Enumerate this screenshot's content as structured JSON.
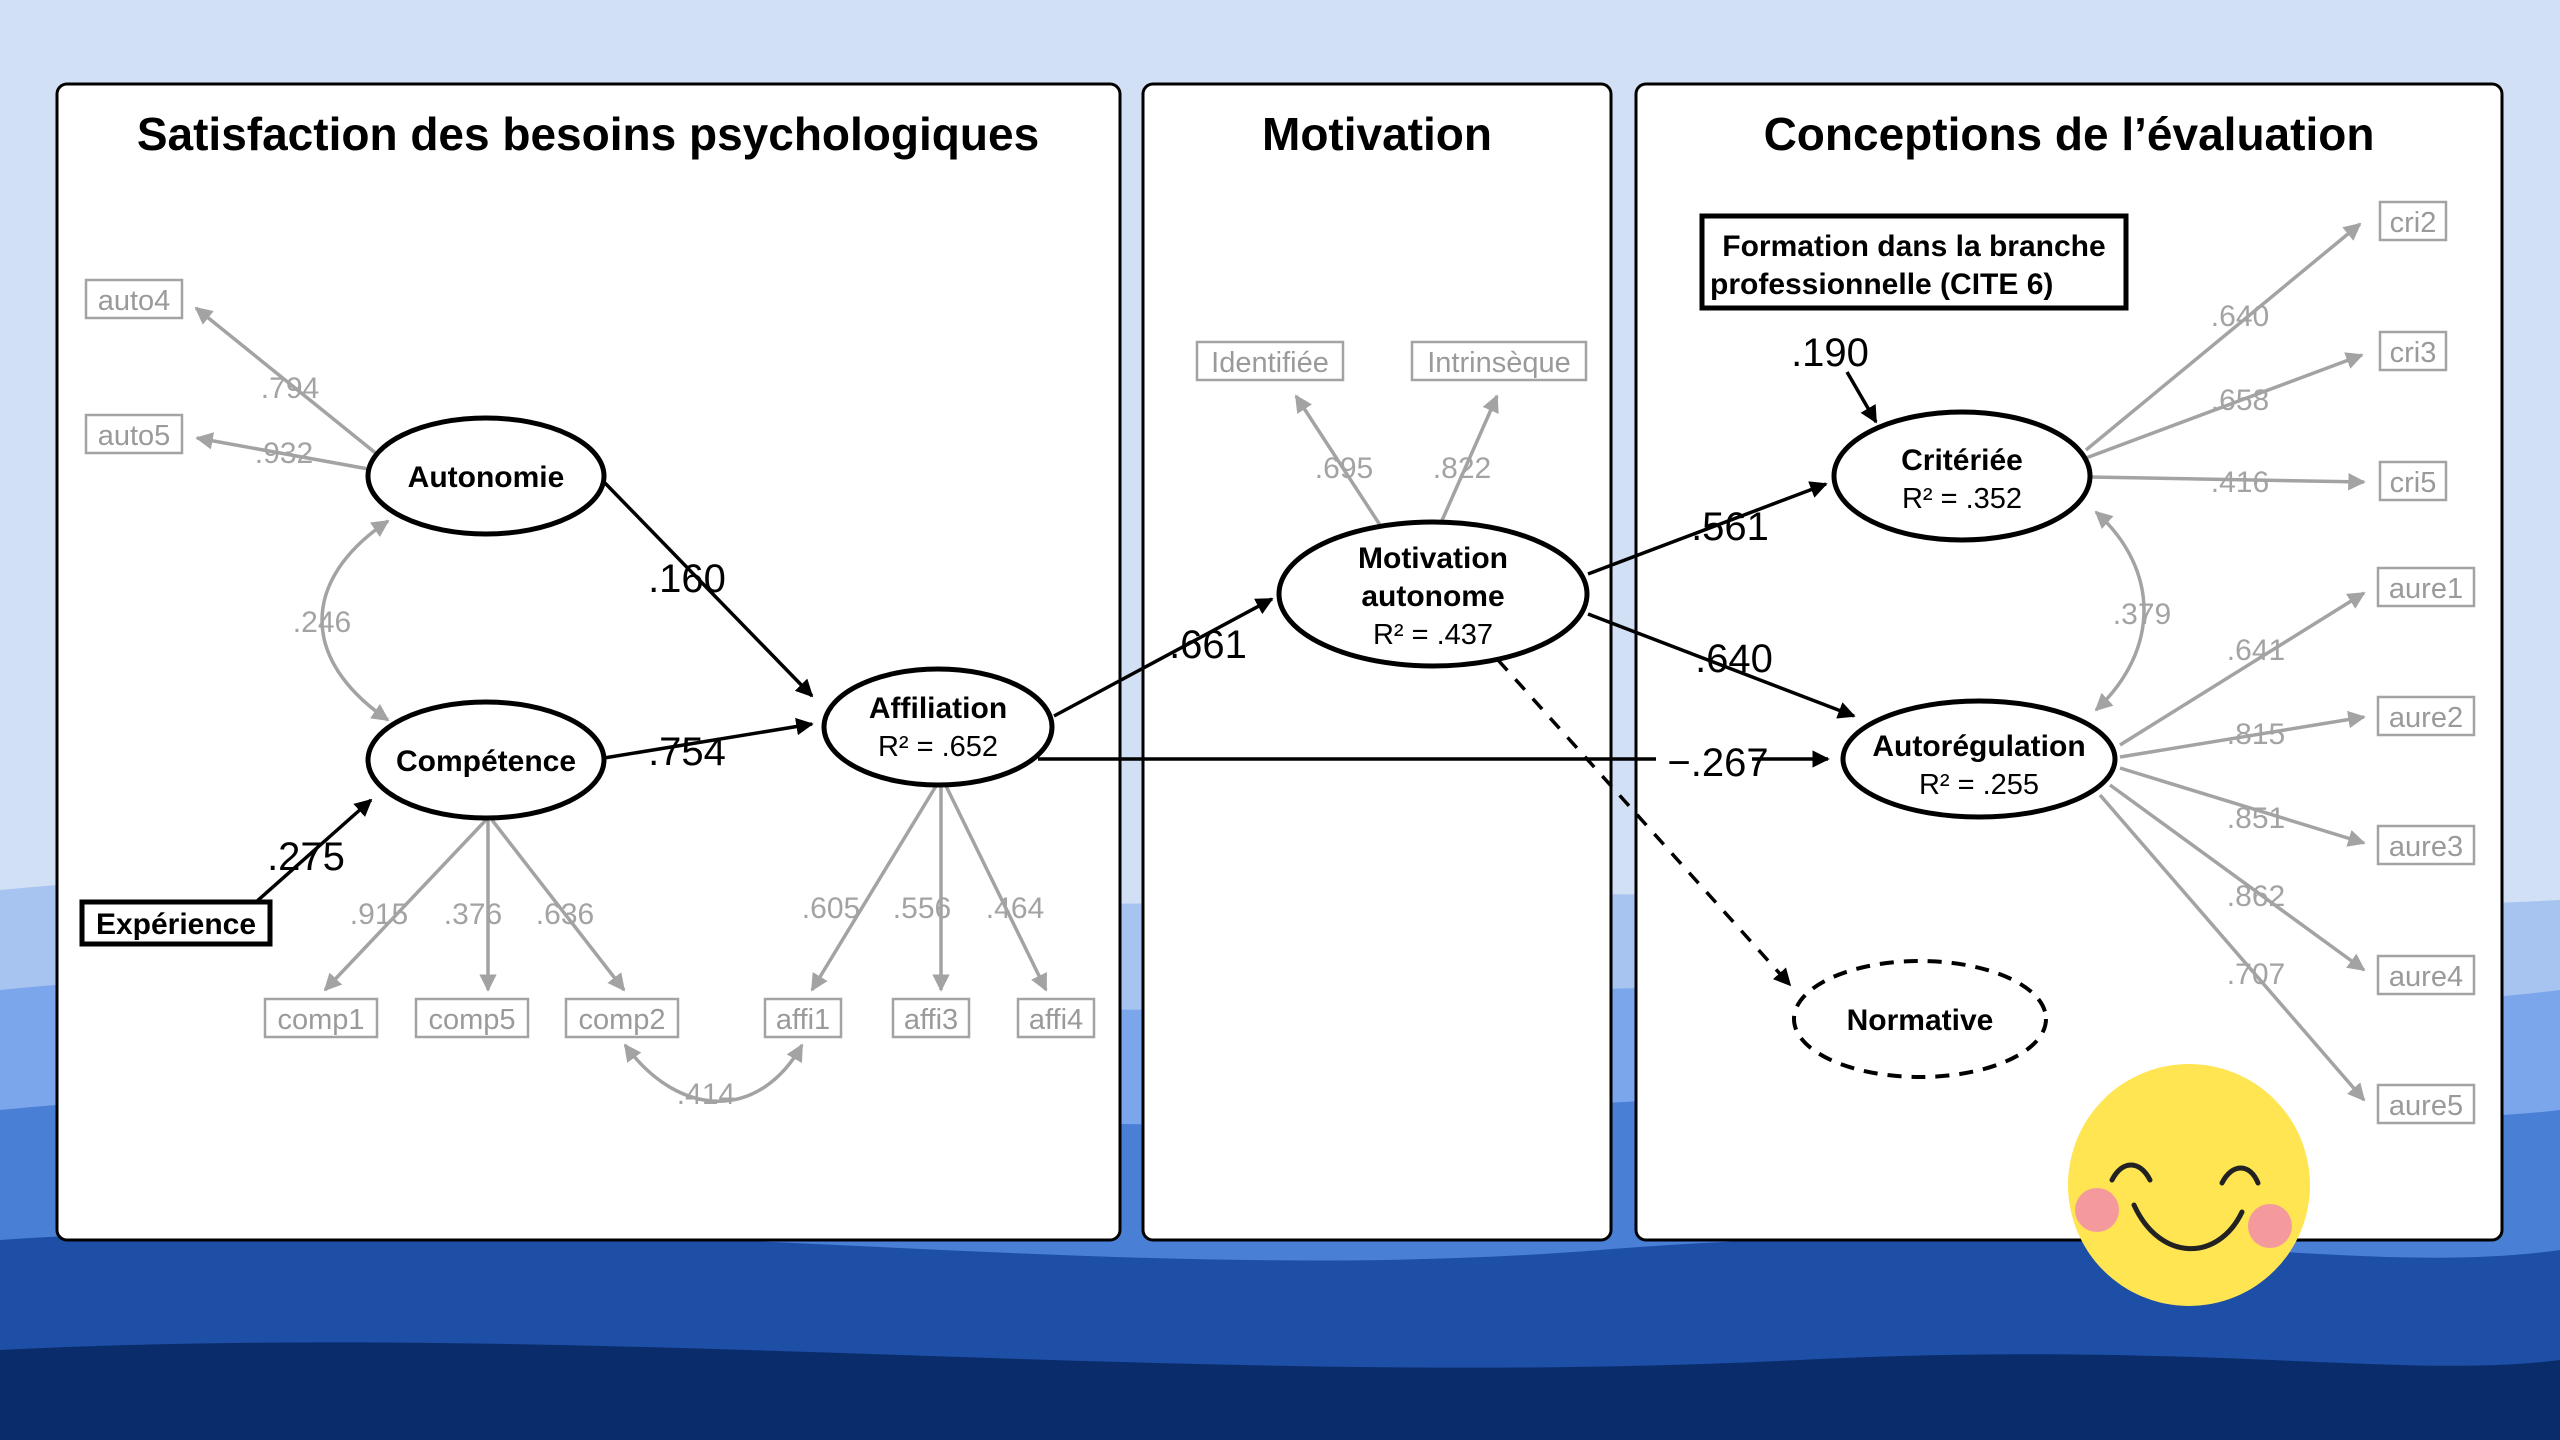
{
  "panels": {
    "satisfaction_title": "Satisfaction des besoins psychologiques",
    "motivation_title": "Motivation",
    "conceptions_title": "Conceptions de l’évaluation"
  },
  "latents": {
    "autonomie": "Autonomie",
    "competence": "Compétence",
    "affiliation": "Affiliation",
    "affiliation_r2": "R² = .652",
    "motivation_line1": "Motivation",
    "motivation_line2": "autonome",
    "motivation_r2": "R² = .437",
    "criteriee": "Critériée",
    "criteriee_r2": "R² = .352",
    "autoregulation": "Autorégulation",
    "autoregulation_r2": "R² = .255",
    "normative": "Normative"
  },
  "observed": {
    "experience": "Expérience",
    "formation_line1": "Formation dans la branche",
    "formation_line2": "professionnelle (CITE 6)",
    "auto4": "auto4",
    "auto5": "auto5",
    "comp1": "comp1",
    "comp5": "comp5",
    "comp2": "comp2",
    "affi1": "affi1",
    "affi3": "affi3",
    "affi4": "affi4",
    "identifiee": "Identifiée",
    "intrinseque": "Intrinsèque",
    "cri2": "cri2",
    "cri3": "cri3",
    "cri5": "cri5",
    "aure1": "aure1",
    "aure2": "aure2",
    "aure3": "aure3",
    "aure4": "aure4",
    "aure5": "aure5"
  },
  "loadings": {
    "auto4": ".794",
    "auto5": ".932",
    "autonomie_competence": ".246",
    "comp1": ".915",
    "comp5": ".376",
    "comp2": ".636",
    "comp2_affi1": ".414",
    "affi1": ".605",
    "affi3": ".556",
    "affi4": ".464",
    "identifiee": ".695",
    "intrinseque": ".822",
    "cri2": ".640",
    "cri3": ".658",
    "cri5": ".416",
    "criteriee_autoregulation": ".379",
    "aure1": ".641",
    "aure2": ".815",
    "aure3": ".851",
    "aure4": ".862",
    "aure5": ".707"
  },
  "paths": {
    "autonomie_affiliation": ".160",
    "competence_affiliation": ".754",
    "experience_competence": ".275",
    "affiliation_motivation": ".661",
    "formation_criteriee": ".190",
    "motivation_criteriee": ".561",
    "motivation_autoregulation": ".640",
    "affiliation_autoregulation": "−.267"
  },
  "decoration": {
    "emoji": "smiling-face-sticker",
    "background_top_color": "#d2e0f6",
    "wave_colors": [
      "#9cbdf0",
      "#6e9ce8",
      "#3f78d4",
      "#1a4fa8",
      "#0b2f6e"
    ]
  }
}
